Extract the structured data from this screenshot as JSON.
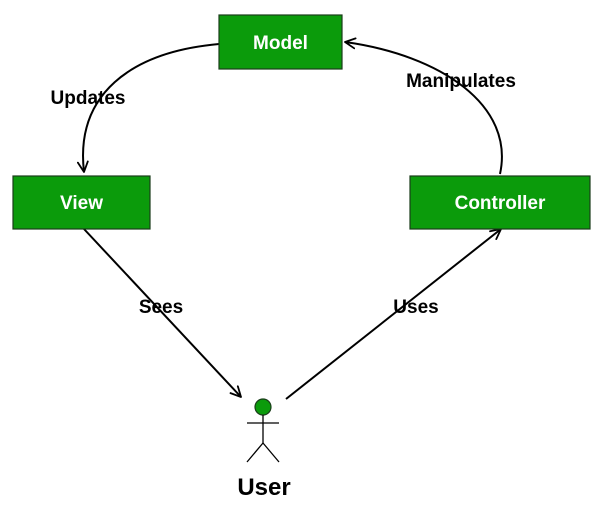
{
  "diagram": {
    "colors": {
      "node_fill": "#0b9b0b",
      "node_text": "#ffffff",
      "edge": "#000000",
      "actor_head": "#0b9b0b"
    },
    "nodes": {
      "model": {
        "label": "Model"
      },
      "view": {
        "label": "View"
      },
      "controller": {
        "label": "Controller"
      }
    },
    "edges": {
      "updates": {
        "from": "Model",
        "to": "View",
        "label": "Updates"
      },
      "manipulates": {
        "from": "Controller",
        "to": "Model",
        "label": "Manipulates"
      },
      "sees": {
        "from": "View",
        "to": "User",
        "label": "Sees"
      },
      "uses": {
        "from": "User",
        "to": "Controller",
        "label": "Uses"
      }
    },
    "actor": {
      "label": "User",
      "icon": "stick-figure-icon"
    }
  }
}
